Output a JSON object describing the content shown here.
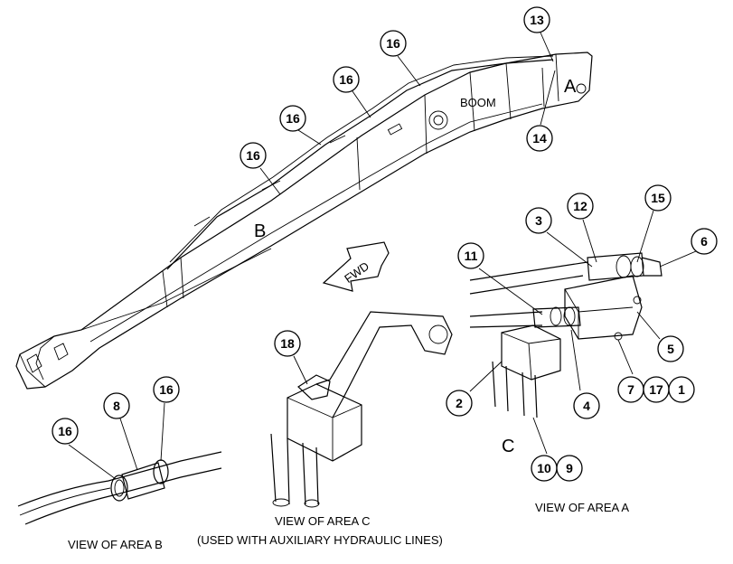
{
  "labels": {
    "boom": "BOOM",
    "area_a": "A",
    "area_b": "B",
    "area_c": "C",
    "fwd": "FWD"
  },
  "captions": {
    "view_b": "VIEW OF AREA B",
    "view_c_1": "VIEW OF AREA C",
    "view_c_2": "(USED WITH AUXILIARY HYDRAULIC LINES)",
    "view_a": "VIEW OF AREA A"
  },
  "callouts": {
    "c13": "13",
    "c14": "14",
    "c16a": "16",
    "c16b": "16",
    "c16c": "16",
    "c16d": "16",
    "c16e": "16",
    "c16f": "16",
    "c8": "8",
    "c18": "18",
    "c3": "3",
    "c12": "12",
    "c15": "15",
    "c6": "6",
    "c11": "11",
    "c5": "5",
    "c2": "2",
    "c4": "4",
    "c7": "7",
    "c17": "17",
    "c1": "1",
    "c10": "10",
    "c9": "9"
  }
}
